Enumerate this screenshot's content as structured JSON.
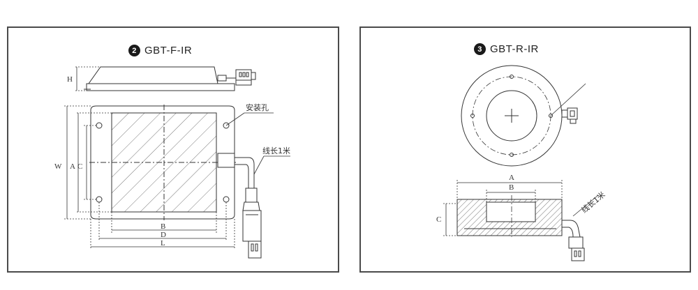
{
  "left": {
    "badge": "2",
    "title": "GBT-F-IR",
    "callout_hole": "安装孔",
    "callout_cable": "线长1米",
    "dims": {
      "H": "H",
      "W": "W",
      "A": "A",
      "C": "C",
      "B": "B",
      "D": "D",
      "L": "L"
    }
  },
  "right": {
    "badge": "3",
    "title": "GBT-R-IR",
    "callout_cable": "线长1米",
    "dims": {
      "A": "A",
      "B": "B",
      "C": "C"
    }
  }
}
